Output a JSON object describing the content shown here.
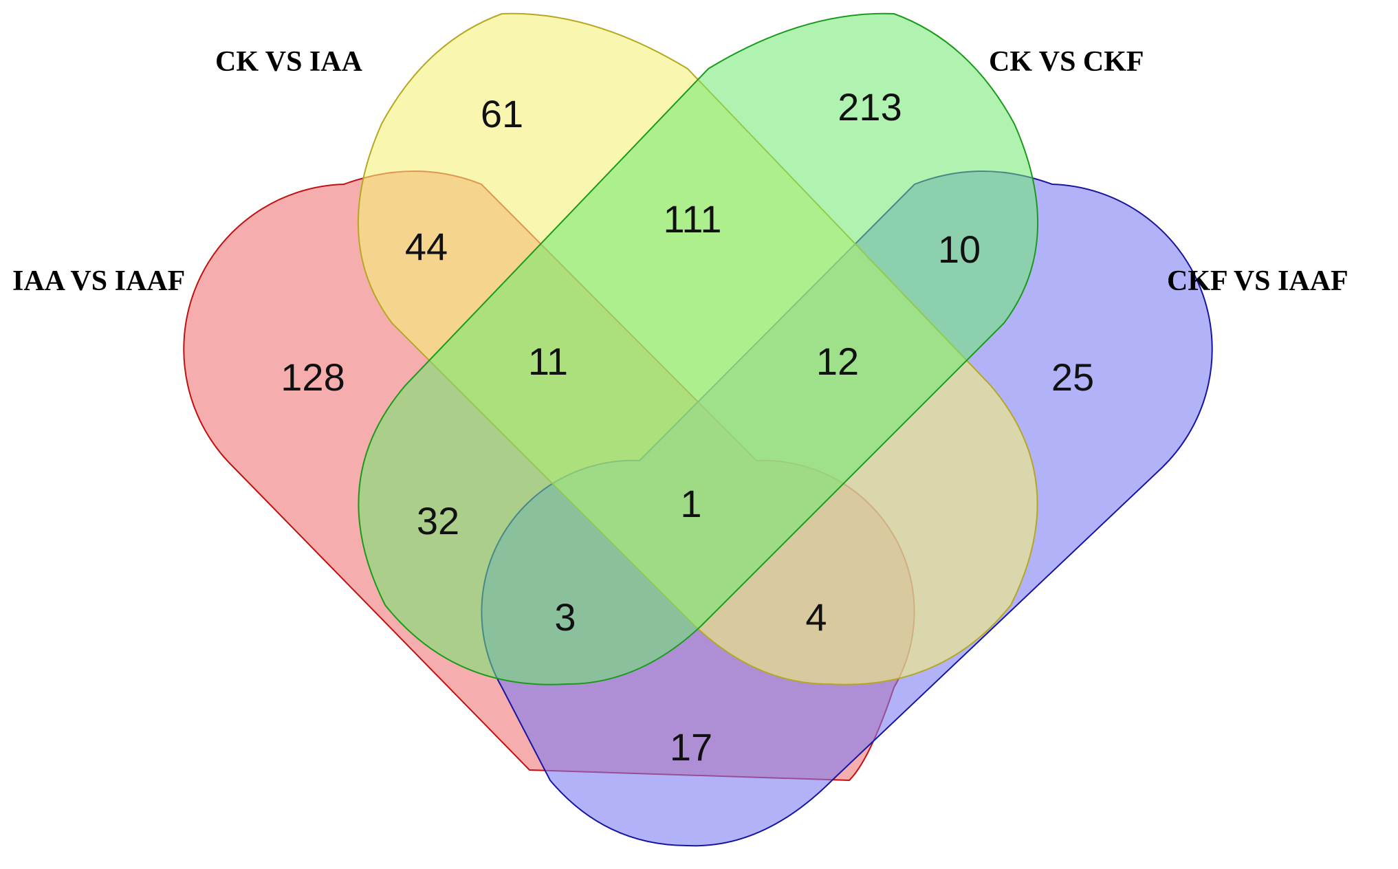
{
  "chart_data": {
    "type": "venn",
    "sets": [
      {
        "name": "CK VS IAA",
        "color": "#f5f07a"
      },
      {
        "name": "CK VS CKF",
        "color": "#6fea6f"
      },
      {
        "name": "IAA VS IAAF",
        "color": "#f07a7a"
      },
      {
        "name": "CKF VS IAAF",
        "color": "#7a7af5"
      }
    ],
    "regions": [
      {
        "sets": [
          "CK VS IAA"
        ],
        "count": "61"
      },
      {
        "sets": [
          "CK VS CKF"
        ],
        "count": "213"
      },
      {
        "sets": [
          "IAA VS IAAF"
        ],
        "count": "128"
      },
      {
        "sets": [
          "CKF VS IAAF"
        ],
        "count": "25"
      },
      {
        "sets": [
          "CK VS IAA",
          "IAA VS IAAF"
        ],
        "count": "44"
      },
      {
        "sets": [
          "CK VS IAA",
          "CK VS CKF"
        ],
        "count": "111"
      },
      {
        "sets": [
          "CK VS CKF",
          "CKF VS IAAF"
        ],
        "count": "10"
      },
      {
        "sets": [
          "CK VS IAA",
          "CK VS CKF",
          "IAA VS IAAF"
        ],
        "count": "11"
      },
      {
        "sets": [
          "CK VS IAA",
          "CK VS CKF",
          "CKF VS IAAF"
        ],
        "count": "12"
      },
      {
        "sets": [
          "CK VS CKF",
          "IAA VS IAAF"
        ],
        "count": "32"
      },
      {
        "sets": [
          "CK VS IAA",
          "CK VS CKF",
          "IAA VS IAAF",
          "CKF VS IAAF"
        ],
        "count": "1"
      },
      {
        "sets": [
          "CK VS CKF",
          "IAA VS IAAF",
          "CKF VS IAAF"
        ],
        "count": "3"
      },
      {
        "sets": [
          "CK VS IAA",
          "IAA VS IAAF",
          "CKF VS IAAF"
        ],
        "count": "4"
      },
      {
        "sets": [
          "IAA VS IAAF",
          "CKF VS IAAF"
        ],
        "count": "17"
      }
    ]
  }
}
